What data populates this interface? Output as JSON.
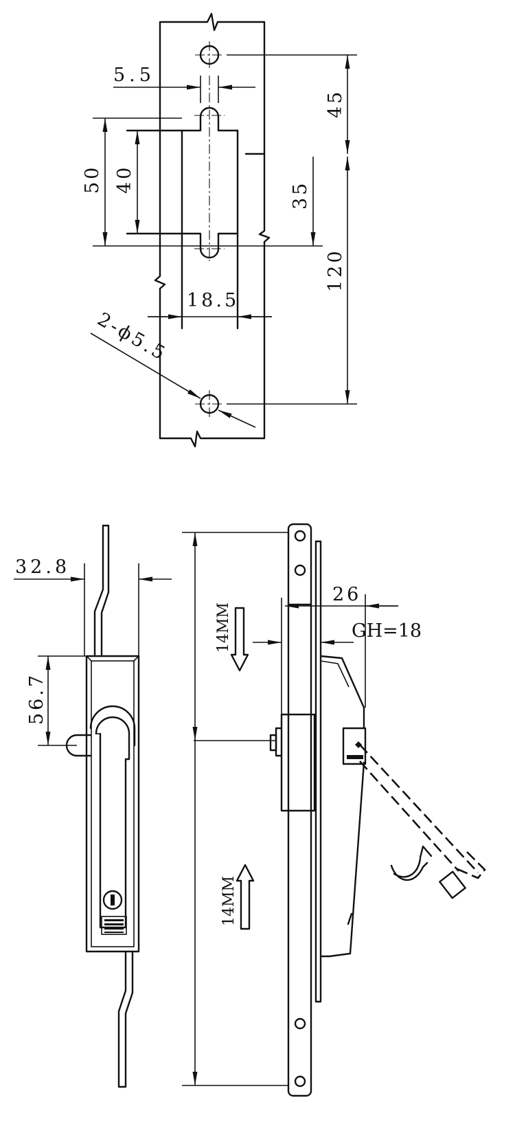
{
  "top_view": {
    "dim_slot_width": "5.5",
    "dim_outer_height": "50",
    "dim_inner_height": "40",
    "dim_hole_to_slot": "45",
    "dim_slot_to_bottom": "35",
    "dim_hole_spacing": "120",
    "dim_cutout_width": "18.5",
    "dim_hole_diameter": "2-ϕ5.5"
  },
  "front_view": {
    "dim_width": "32.8",
    "dim_handle_offset": "56.7"
  },
  "side_view": {
    "dim_depth": "26",
    "dim_gh": "GH=18",
    "travel_down": "14MM",
    "travel_up": "14MM"
  }
}
